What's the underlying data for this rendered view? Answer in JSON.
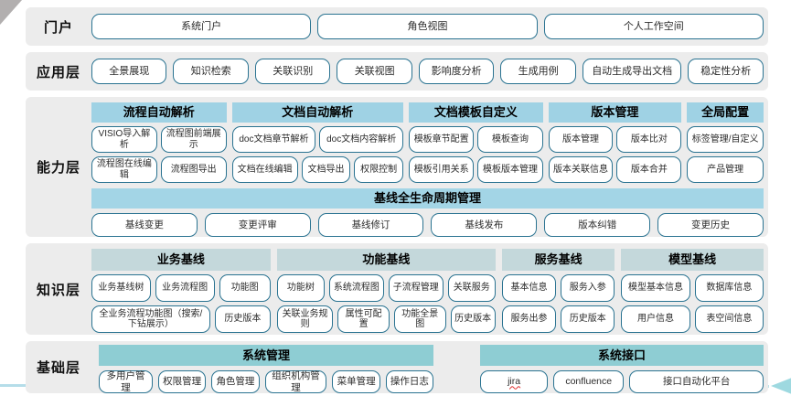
{
  "colors": {
    "band_bg": "#ececec",
    "capability_header_bg": "#9fd2e4",
    "knowledge_header_bg": "#c4d8db",
    "foundation_header_bg": "#8ecdd3",
    "node_border": "#2a7391",
    "arrow_accent": "#9ed9e0"
  },
  "layers": {
    "portal": {
      "label": "门户",
      "items": [
        "系统门户",
        "角色视图",
        "个人工作空间"
      ]
    },
    "application": {
      "label": "应用层",
      "items": [
        "全景展现",
        "知识检索",
        "关联识别",
        "关联视图",
        "影响度分析",
        "生成用例",
        "自动生成导出文档",
        "稳定性分析"
      ]
    },
    "capability": {
      "label": "能力层",
      "groups": [
        {
          "title": "流程自动解析",
          "rows": [
            [
              "VISIO导入解析",
              "流程图前端展示"
            ],
            [
              "流程图在线编辑",
              "流程图导出"
            ]
          ]
        },
        {
          "title": "文档自动解析",
          "rows": [
            [
              "doc文档章节解析",
              "doc文档内容解析"
            ],
            [
              "文档在线编辑",
              "文档导出",
              "权限控制"
            ]
          ]
        },
        {
          "title": "文档模板自定义",
          "rows": [
            [
              "模板章节配置",
              "模板查询"
            ],
            [
              "模板引用关系",
              "模板版本管理"
            ]
          ]
        },
        {
          "title": "版本管理",
          "rows": [
            [
              "版本管理",
              "版本比对"
            ],
            [
              "版本关联信息",
              "版本合并"
            ]
          ]
        },
        {
          "title": "全局配置",
          "rows": [
            [
              "标签管理/自定义"
            ],
            [
              "产品管理"
            ]
          ]
        }
      ],
      "baseline": {
        "title": "基线全生命周期管理",
        "items": [
          "基线变更",
          "变更评审",
          "基线修订",
          "基线发布",
          "版本纠错",
          "变更历史"
        ]
      }
    },
    "knowledge": {
      "label": "知识层",
      "groups": [
        {
          "title": "业务基线",
          "rows": [
            [
              "业务基线树",
              "业务流程图",
              "功能图"
            ],
            [
              "全业务流程功能图（搜索/下钻展示）",
              "历史版本"
            ]
          ]
        },
        {
          "title": "功能基线",
          "rows": [
            [
              "功能树",
              "系统流程图",
              "子流程管理",
              "关联服务"
            ],
            [
              "关联业务规则",
              "属性可配置",
              "功能全景图",
              "历史版本"
            ]
          ]
        },
        {
          "title": "服务基线",
          "rows": [
            [
              "基本信息",
              "服务入参"
            ],
            [
              "服务出参",
              "历史版本"
            ]
          ]
        },
        {
          "title": "模型基线",
          "rows": [
            [
              "模型基本信息",
              "数据库信息"
            ],
            [
              "用户信息",
              "表空间信息"
            ]
          ]
        }
      ]
    },
    "foundation": {
      "label": "基础层",
      "groups": [
        {
          "title": "系统管理",
          "items": [
            "多用户管理",
            "权限管理",
            "角色管理",
            "组织机构管理",
            "菜单管理",
            "操作日志"
          ]
        },
        {
          "title": "系统接口",
          "items": [
            "jira",
            "confluence",
            "接口自动化平台"
          ]
        }
      ]
    }
  }
}
